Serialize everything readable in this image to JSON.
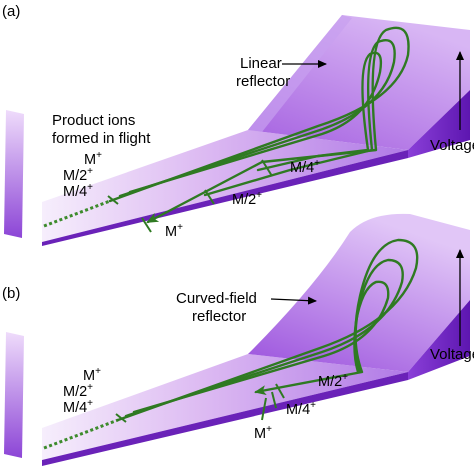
{
  "colors": {
    "trace": "#2f7a22",
    "surface_light": "#f2e6fb",
    "surface_dark": "#5a14a8",
    "accent": "#7b2fd0"
  },
  "panel_a": {
    "label": "(a)",
    "reflector_label": [
      "Linear",
      "reflector"
    ],
    "source_label": [
      "Product ions",
      "formed in flight"
    ],
    "voltage_label": "Voltage",
    "stack_ions": [
      {
        "base": "M",
        "charge": "+"
      },
      {
        "base": "M/2",
        "charge": "+"
      },
      {
        "base": "M/4",
        "charge": "+"
      }
    ],
    "return_ions": [
      {
        "base": "M/4",
        "charge": "+"
      },
      {
        "base": "M/2",
        "charge": "+"
      },
      {
        "base": "M",
        "charge": "+"
      }
    ]
  },
  "panel_b": {
    "label": "(b)",
    "reflector_label": [
      "Curved-field",
      "reflector"
    ],
    "voltage_label": "Voltage",
    "stack_ions": [
      {
        "base": "M",
        "charge": "+"
      },
      {
        "base": "M/2",
        "charge": "+"
      },
      {
        "base": "M/4",
        "charge": "+"
      }
    ],
    "return_ions": [
      {
        "base": "M/2",
        "charge": "+"
      },
      {
        "base": "M/4",
        "charge": "+"
      },
      {
        "base": "M",
        "charge": "+"
      }
    ]
  }
}
